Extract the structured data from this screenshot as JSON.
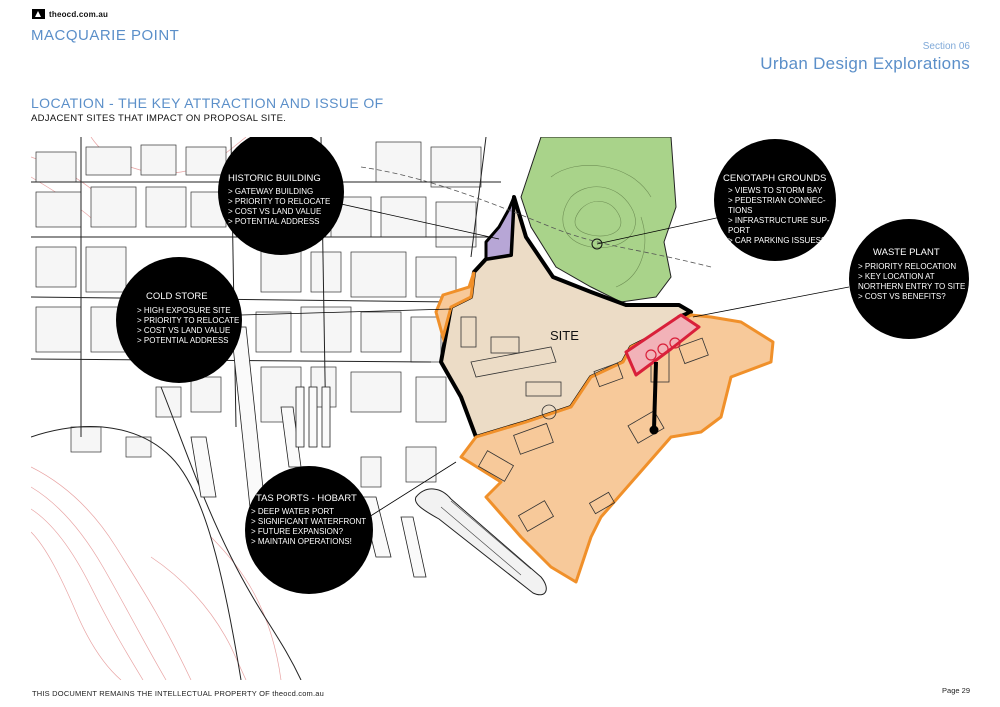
{
  "header": {
    "logo_text": "theocd.com.au",
    "project_title": "MACQUARIE POINT",
    "section_number": "Section 06",
    "section_title": "Urban Design Explorations"
  },
  "heading": {
    "title": "LOCATION - THE KEY ATTRACTION AND ISSUE OF",
    "subtitle": "ADJACENT SITES THAT IMPACT ON PROPOSAL SITE."
  },
  "map": {
    "site_label": "SITE",
    "colors": {
      "site_fill": "#ecdcc6",
      "ports_fill": "#f7c99a",
      "ports_stroke": "#f0902a",
      "cenotaph_fill": "#a9d38a",
      "historic_fill": "#b7a6d6",
      "waste_fill": "#f2b2b8",
      "waste_stroke": "#d9203a",
      "callout_fill": "#000000",
      "contour_line": "#e8a3a3"
    },
    "callouts": {
      "historic": {
        "title": "HISTORIC BUILDING",
        "items": [
          "> GATEWAY BUILDING",
          "> PRIORITY TO RELOCATE",
          "> COST VS LAND VALUE",
          "> POTENTIAL ADDRESS"
        ]
      },
      "cold_store": {
        "title": "COLD STORE",
        "items": [
          "> HIGH EXPOSURE SITE",
          "> PRIORITY TO RELOCATE",
          "> COST VS LAND VALUE",
          "> POTENTIAL ADDRESS"
        ]
      },
      "cenotaph": {
        "title": "CENOTAPH GROUNDS",
        "items": [
          "> VIEWS TO STORM BAY",
          "> PEDESTRIAN CONNEC-",
          "TIONS",
          "> INFRASTRUCTURE SUP-",
          "PORT",
          "> CAR PARKING ISSUES?"
        ]
      },
      "waste": {
        "title": "WASTE PLANT",
        "items": [
          "> PRIORITY RELOCATION",
          "> KEY LOCATION AT",
          "NORTHERN ENTRY TO SITE",
          "> COST VS BENEFITS?"
        ]
      },
      "ports": {
        "title": "TAS PORTS - HOBART",
        "items": [
          "> DEEP WATER PORT",
          "> SIGNIFICANT WATERFRONT",
          "> FUTURE EXPANSION?",
          "> MAINTAIN OPERATIONS!"
        ]
      }
    }
  },
  "footer": {
    "note": "THIS DOCUMENT REMAINS THE INTELLECTUAL PROPERTY OF  theocd.com.au",
    "page": "Page 29"
  }
}
